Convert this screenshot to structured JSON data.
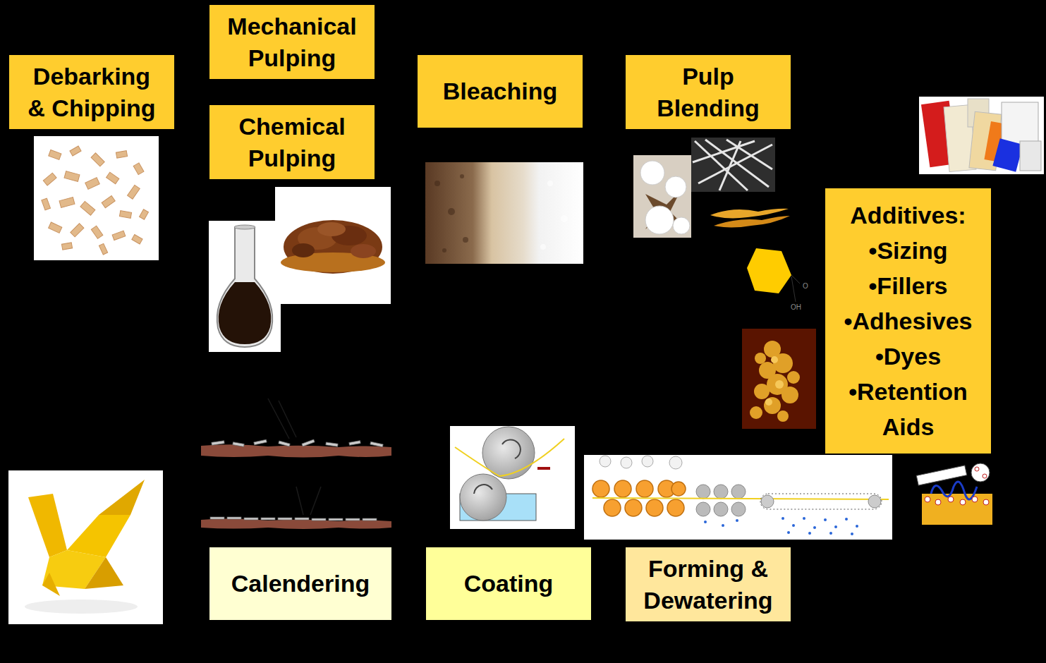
{
  "diagram": {
    "nodes": [
      {
        "text": [
          "Debarking & Chipping"
        ]
      },
      {
        "text": [
          "Mechanical Pulping"
        ]
      },
      {
        "text": [
          "Chemical Pulping"
        ]
      },
      {
        "text": [
          "Bleaching"
        ]
      },
      {
        "text": [
          "Pulp Blending"
        ]
      },
      {
        "text": [
          "Additives:",
          "•Sizing",
          "•Fillers",
          "•Adhesives",
          "•Dyes",
          "•Retention Aids"
        ]
      },
      {
        "text": [
          "Calendering"
        ]
      },
      {
        "text": [
          "Coating"
        ]
      },
      {
        "text": [
          "Forming & Dewatering"
        ]
      }
    ],
    "labels": [
      "O",
      "OH"
    ]
  }
}
